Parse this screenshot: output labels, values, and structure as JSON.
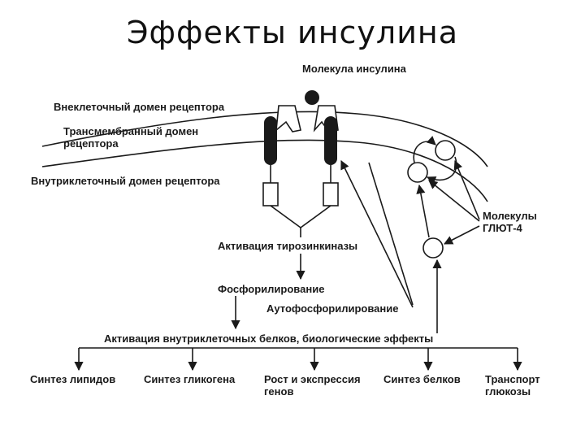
{
  "title": "Эффекты инсулина",
  "labels": {
    "insulin_molecule": "Молекула инсулина",
    "extracellular_domain": "Внеклеточный домен рецептора",
    "transmembrane_domain_l1": "Трансмембранный домен",
    "transmembrane_domain_l2": "рецептора",
    "intracellular_domain": "Внутриклеточный домен рецептора",
    "tyrosine_kinase": "Активация тирозинкиназы",
    "phosphorylation": "Фосфорилирование",
    "autophosphorylation": "Аутофосфорилирование",
    "glut4_l1": "Молекулы",
    "glut4_l2": "ГЛЮТ-4",
    "protein_activation": "Активация внутриклеточных белков, биологические эффекты"
  },
  "effects": [
    {
      "line1": "Синтез липидов",
      "line2": ""
    },
    {
      "line1": "Синтез гликогена",
      "line2": ""
    },
    {
      "line1": "Рост и экспрессия",
      "line2": "генов"
    },
    {
      "line1": "Синтез белков",
      "line2": ""
    },
    {
      "line1": "Транспорт",
      "line2": "глюкозы"
    }
  ],
  "colors": {
    "ink": "#1a1a1a",
    "background": "#ffffff"
  }
}
